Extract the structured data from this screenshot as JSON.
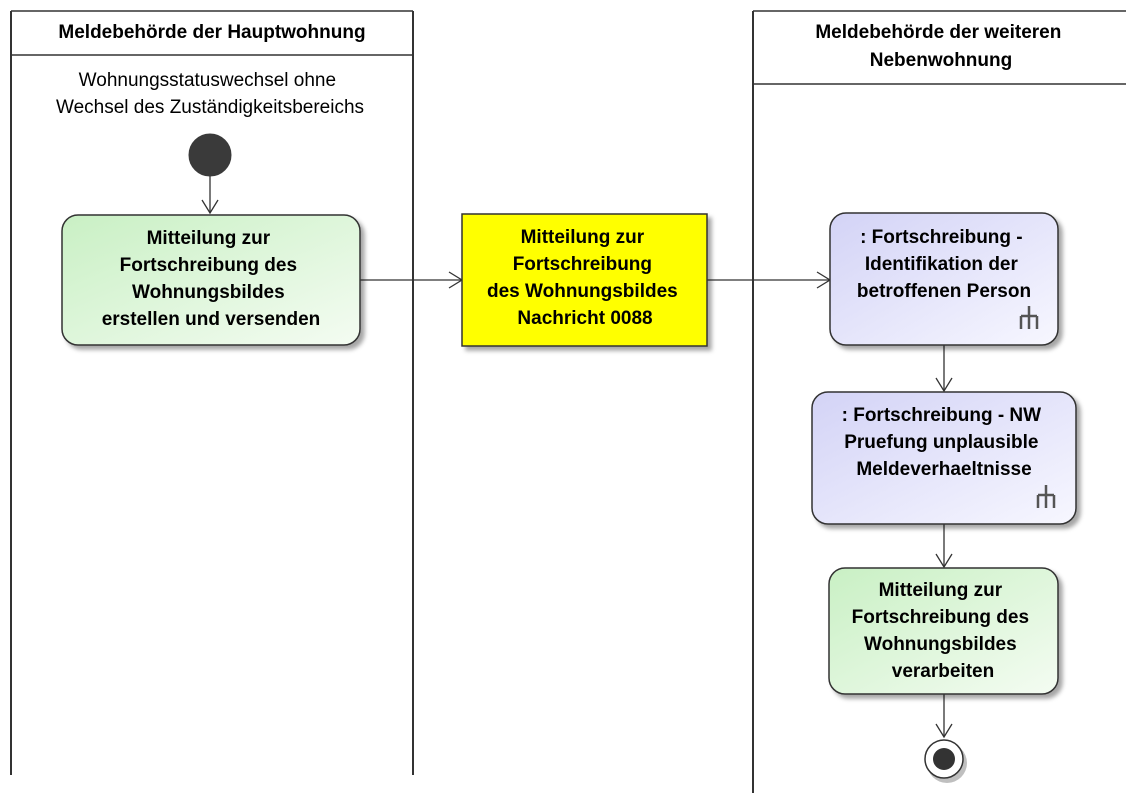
{
  "swimlanes": {
    "left": {
      "title": "Meldebehörde der Hauptwohnung"
    },
    "right": {
      "title_lines": [
        "Meldebehörde der weiteren",
        "Nebenwohnung"
      ]
    }
  },
  "start_note": {
    "lines": [
      "Wohnungsstatuswechsel ohne",
      "Wechsel des Zuständigkeitsbereichs"
    ]
  },
  "nodes": {
    "send_action": {
      "lines": [
        "Mitteilung zur",
        "Fortschreibung des",
        "Wohnungsbildes",
        "erstellen und versenden"
      ],
      "fill": "#dff5dc"
    },
    "message": {
      "lines": [
        "Mitteilung zur",
        "Fortschreibung",
        "des Wohnungsbildes",
        "Nachricht 0088"
      ],
      "fill": "#ffff00"
    },
    "identify_call": {
      "lines": [
        ": Fortschreibung -",
        "Identifikation der",
        "betroffenen Person"
      ],
      "fill": "#e2e2f8"
    },
    "check_call": {
      "lines": [
        ": Fortschreibung - NW",
        "Pruefung unplausible",
        "Meldeverhaeltnisse"
      ],
      "fill": "#e2e2f8"
    },
    "process_action": {
      "lines": [
        "Mitteilung zur",
        "Fortschreibung des",
        "Wohnungsbildes",
        "verarbeiten"
      ],
      "fill": "#dff5dc"
    }
  },
  "icons": {
    "call_behavior": "rake-icon",
    "start": "initial-node-icon",
    "end": "final-node-icon"
  }
}
